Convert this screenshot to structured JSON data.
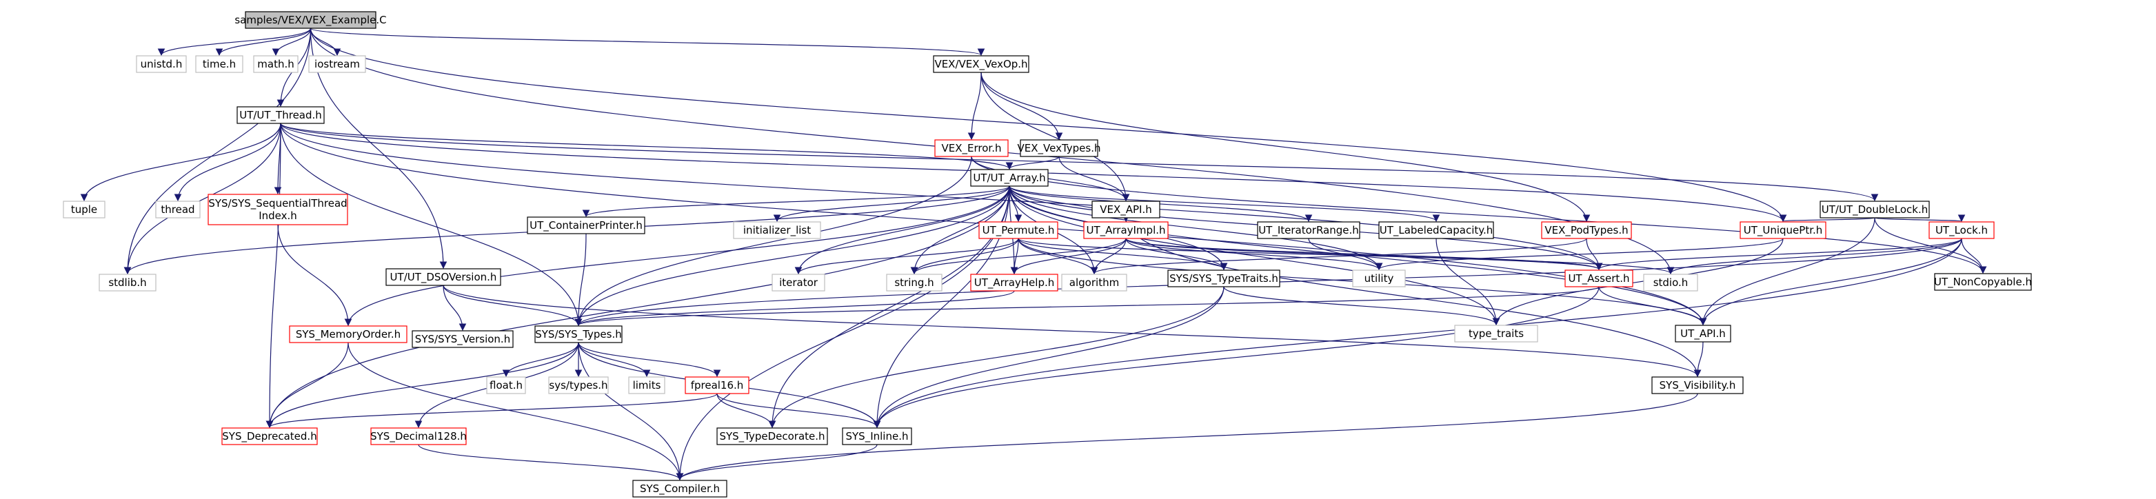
{
  "diagram": {
    "colors": {
      "root_fill": "#bfbfbf",
      "node_stroke_black": "#000000",
      "node_stroke_red": "#ff0000",
      "node_stroke_gray": "#bfbfbf",
      "edge_color": "#191970",
      "text": "#000000"
    },
    "nodes": [
      {
        "id": "root",
        "label": "samples/VEX/VEX_Example.C",
        "style": "root"
      },
      {
        "id": "unistd",
        "label": "unistd.h",
        "style": "gray"
      },
      {
        "id": "time",
        "label": "time.h",
        "style": "gray"
      },
      {
        "id": "math",
        "label": "math.h",
        "style": "gray"
      },
      {
        "id": "iostream",
        "label": "iostream",
        "style": "gray"
      },
      {
        "id": "vexop",
        "label": "VEX/VEX_VexOp.h",
        "style": "black"
      },
      {
        "id": "thread_h",
        "label": "UT/UT_Thread.h",
        "style": "black"
      },
      {
        "id": "vexerror",
        "label": "VEX_Error.h",
        "style": "red"
      },
      {
        "id": "vextypes",
        "label": "VEX_VexTypes.h",
        "style": "black"
      },
      {
        "id": "tuple",
        "label": "tuple",
        "style": "gray"
      },
      {
        "id": "thread",
        "label": "thread",
        "style": "gray"
      },
      {
        "id": "seqthread",
        "label": "SYS/SYS_SequentialThread\nIndex.h",
        "style": "red"
      },
      {
        "id": "utarray",
        "label": "UT/UT_Array.h",
        "style": "black"
      },
      {
        "id": "doublelock",
        "label": "UT/UT_DoubleLock.h",
        "style": "black"
      },
      {
        "id": "vexapi",
        "label": "VEX_API.h",
        "style": "black"
      },
      {
        "id": "containerprinter",
        "label": "UT_ContainerPrinter.h",
        "style": "black"
      },
      {
        "id": "initlist",
        "label": "initializer_list",
        "style": "gray"
      },
      {
        "id": "permute",
        "label": "UT_Permute.h",
        "style": "red"
      },
      {
        "id": "arrayimpl",
        "label": "UT_ArrayImpl.h",
        "style": "red"
      },
      {
        "id": "iterrange",
        "label": "UT_IteratorRange.h",
        "style": "black"
      },
      {
        "id": "labeledcap",
        "label": "UT_LabeledCapacity.h",
        "style": "black"
      },
      {
        "id": "podtypes",
        "label": "VEX_PodTypes.h",
        "style": "red"
      },
      {
        "id": "uniqueptr",
        "label": "UT_UniquePtr.h",
        "style": "red"
      },
      {
        "id": "utlock",
        "label": "UT_Lock.h",
        "style": "red"
      },
      {
        "id": "stdlib",
        "label": "stdlib.h",
        "style": "gray"
      },
      {
        "id": "dsoversion",
        "label": "UT/UT_DSOVersion.h",
        "style": "black"
      },
      {
        "id": "iterator",
        "label": "iterator",
        "style": "gray"
      },
      {
        "id": "string",
        "label": "string.h",
        "style": "gray"
      },
      {
        "id": "arrayhelp",
        "label": "UT_ArrayHelp.h",
        "style": "red"
      },
      {
        "id": "algorithm",
        "label": "algorithm",
        "style": "gray"
      },
      {
        "id": "typetraits",
        "label": "SYS/SYS_TypeTraits.h",
        "style": "black"
      },
      {
        "id": "utility",
        "label": "utility",
        "style": "gray"
      },
      {
        "id": "utassert",
        "label": "UT_Assert.h",
        "style": "red"
      },
      {
        "id": "stdio",
        "label": "stdio.h",
        "style": "gray"
      },
      {
        "id": "noncopyable",
        "label": "UT_NonCopyable.h",
        "style": "black"
      },
      {
        "id": "memorder",
        "label": "SYS_MemoryOrder.h",
        "style": "red"
      },
      {
        "id": "sysversion",
        "label": "SYS/SYS_Version.h",
        "style": "black"
      },
      {
        "id": "systypes",
        "label": "SYS/SYS_Types.h",
        "style": "black"
      },
      {
        "id": "type_traits",
        "label": "type_traits",
        "style": "gray"
      },
      {
        "id": "utapi",
        "label": "UT_API.h",
        "style": "black"
      },
      {
        "id": "float",
        "label": "float.h",
        "style": "gray"
      },
      {
        "id": "systypes_h",
        "label": "sys/types.h",
        "style": "gray"
      },
      {
        "id": "limits",
        "label": "limits",
        "style": "gray"
      },
      {
        "id": "fpreal16",
        "label": "fpreal16.h",
        "style": "red"
      },
      {
        "id": "visibility",
        "label": "SYS_Visibility.h",
        "style": "black"
      },
      {
        "id": "deprecated",
        "label": "SYS_Deprecated.h",
        "style": "red"
      },
      {
        "id": "decimal128",
        "label": "SYS_Decimal128.h",
        "style": "red"
      },
      {
        "id": "typedecorate",
        "label": "SYS_TypeDecorate.h",
        "style": "black"
      },
      {
        "id": "inline",
        "label": "SYS_Inline.h",
        "style": "black"
      },
      {
        "id": "compiler",
        "label": "SYS_Compiler.h",
        "style": "black"
      }
    ],
    "edges": [
      [
        "root",
        "unistd"
      ],
      [
        "root",
        "time"
      ],
      [
        "root",
        "math"
      ],
      [
        "root",
        "iostream"
      ],
      [
        "root",
        "vexop"
      ],
      [
        "root",
        "thread_h"
      ],
      [
        "root",
        "stdlib"
      ],
      [
        "root",
        "dsoversion"
      ],
      [
        "root",
        "stdio"
      ],
      [
        "root",
        "uniqueptr"
      ],
      [
        "vexop",
        "vexerror"
      ],
      [
        "vexop",
        "vextypes"
      ],
      [
        "vexop",
        "vexapi"
      ],
      [
        "vexop",
        "podtypes"
      ],
      [
        "vexerror",
        "vexapi"
      ],
      [
        "vexerror",
        "systypes"
      ],
      [
        "vexerror",
        "noncopyable"
      ],
      [
        "vextypes",
        "vexapi"
      ],
      [
        "vextypes",
        "utarray"
      ],
      [
        "vexapi",
        "visibility"
      ],
      [
        "thread_h",
        "tuple"
      ],
      [
        "thread_h",
        "thread"
      ],
      [
        "thread_h",
        "seqthread"
      ],
      [
        "thread_h",
        "utarray"
      ],
      [
        "thread_h",
        "doublelock"
      ],
      [
        "thread_h",
        "stdlib"
      ],
      [
        "thread_h",
        "systypes"
      ],
      [
        "thread_h",
        "deprecated"
      ],
      [
        "thread_h",
        "utassert"
      ],
      [
        "thread_h",
        "utapi"
      ],
      [
        "thread_h",
        "uniqueptr"
      ],
      [
        "seqthread",
        "memorder"
      ],
      [
        "utarray",
        "containerprinter"
      ],
      [
        "utarray",
        "initlist"
      ],
      [
        "utarray",
        "permute"
      ],
      [
        "utarray",
        "arrayimpl"
      ],
      [
        "utarray",
        "iterrange"
      ],
      [
        "utarray",
        "labeledcap"
      ],
      [
        "utarray",
        "iterator"
      ],
      [
        "utarray",
        "string"
      ],
      [
        "utarray",
        "arrayhelp"
      ],
      [
        "utarray",
        "algorithm"
      ],
      [
        "utarray",
        "typetraits"
      ],
      [
        "utarray",
        "utility"
      ],
      [
        "utarray",
        "utassert"
      ],
      [
        "utarray",
        "systypes"
      ],
      [
        "utarray",
        "type_traits"
      ],
      [
        "utarray",
        "utapi"
      ],
      [
        "utarray",
        "deprecated"
      ],
      [
        "utarray",
        "typedecorate"
      ],
      [
        "utarray",
        "inline"
      ],
      [
        "utarray",
        "compiler"
      ],
      [
        "utarray",
        "memorder"
      ],
      [
        "utarray",
        "stdlib"
      ],
      [
        "doublelock",
        "utlock"
      ],
      [
        "doublelock",
        "noncopyable"
      ],
      [
        "doublelock",
        "utapi"
      ],
      [
        "doublelock",
        "uniqueptr"
      ],
      [
        "containerprinter",
        "systypes"
      ],
      [
        "permute",
        "iterator"
      ],
      [
        "permute",
        "string"
      ],
      [
        "permute",
        "arrayhelp"
      ],
      [
        "permute",
        "algorithm"
      ],
      [
        "permute",
        "typetraits"
      ],
      [
        "permute",
        "utassert"
      ],
      [
        "permute",
        "utapi"
      ],
      [
        "arrayimpl",
        "string"
      ],
      [
        "arrayimpl",
        "arrayhelp"
      ],
      [
        "arrayimpl",
        "algorithm"
      ],
      [
        "arrayimpl",
        "typetraits"
      ],
      [
        "arrayimpl",
        "utility"
      ],
      [
        "arrayimpl",
        "utassert"
      ],
      [
        "arrayimpl",
        "stdio"
      ],
      [
        "iterrange",
        "utility"
      ],
      [
        "labeledcap",
        "type_traits"
      ],
      [
        "podtypes",
        "utassert"
      ],
      [
        "podtypes",
        "algorithm"
      ],
      [
        "uniqueptr",
        "utility"
      ],
      [
        "uniqueptr",
        "type_traits"
      ],
      [
        "utlock",
        "utassert"
      ],
      [
        "utlock",
        "noncopyable"
      ],
      [
        "utlock",
        "utapi"
      ],
      [
        "utlock",
        "inline"
      ],
      [
        "utlock",
        "stdio"
      ],
      [
        "utlock",
        "systypes"
      ],
      [
        "dsoversion",
        "sysversion"
      ],
      [
        "dsoversion",
        "systypes"
      ],
      [
        "dsoversion",
        "visibility"
      ],
      [
        "arrayhelp",
        "systypes"
      ],
      [
        "typetraits",
        "type_traits"
      ],
      [
        "typetraits",
        "typedecorate"
      ],
      [
        "typetraits",
        "inline"
      ],
      [
        "utassert",
        "utapi"
      ],
      [
        "utassert",
        "inline"
      ],
      [
        "utassert",
        "systypes"
      ],
      [
        "utapi",
        "visibility"
      ],
      [
        "memorder",
        "deprecated"
      ],
      [
        "memorder",
        "compiler"
      ],
      [
        "systypes",
        "float"
      ],
      [
        "systypes",
        "systypes_h"
      ],
      [
        "systypes",
        "limits"
      ],
      [
        "systypes",
        "fpreal16"
      ],
      [
        "systypes",
        "decimal128"
      ],
      [
        "systypes",
        "inline"
      ],
      [
        "systypes",
        "compiler"
      ],
      [
        "systypes",
        "deprecated"
      ],
      [
        "fpreal16",
        "typedecorate"
      ],
      [
        "fpreal16",
        "inline"
      ],
      [
        "fpreal16",
        "deprecated"
      ],
      [
        "visibility",
        "compiler"
      ],
      [
        "decimal128",
        "compiler"
      ],
      [
        "inline",
        "compiler"
      ]
    ]
  }
}
